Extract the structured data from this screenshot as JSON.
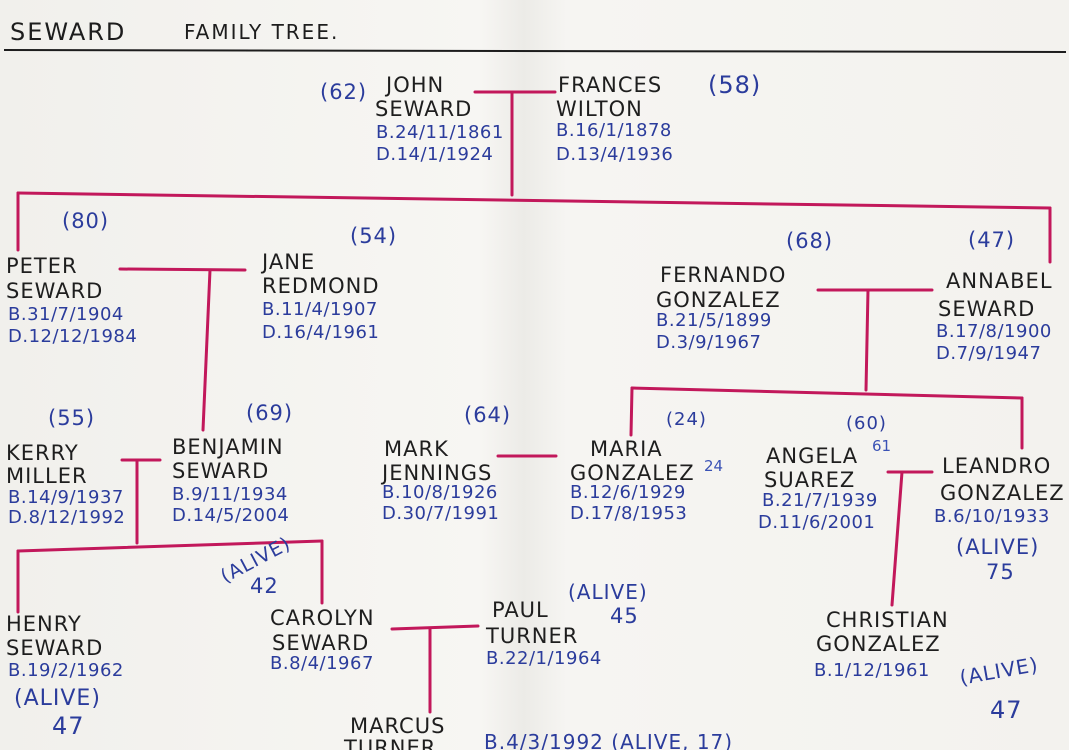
{
  "header": {
    "title": "SEWARD",
    "subtitle": "FAMILY TREE."
  },
  "colors": {
    "ink_black": "#1e1e1e",
    "ink_blue": "#2b3c9c",
    "line_red": "#c2185b"
  },
  "people": {
    "john": {
      "line1": "JOHN",
      "line2": "SEWARD",
      "born": "B.24/11/1861",
      "died": "D.14/1/1924",
      "age": "(62)"
    },
    "frances": {
      "line1": "FRANCES",
      "line2": "WILTON",
      "born": "B.16/1/1878",
      "died": "D.13/4/1936",
      "age": "(58)"
    },
    "peter": {
      "line1": "PETER",
      "line2": "SEWARD",
      "born": "B.31/7/1904",
      "died": "D.12/12/1984",
      "age": "(80)"
    },
    "jane": {
      "line1": "JANE",
      "line2": "REDMOND",
      "born": "B.11/4/1907",
      "died": "D.16/4/1961",
      "age": "(54)"
    },
    "fernando": {
      "line1": "FERNANDO",
      "line2": "GONZALEZ",
      "born": "B.21/5/1899",
      "died": "D.3/9/1967",
      "age": "(68)"
    },
    "annabel": {
      "line1": "ANNABEL",
      "line2": "SEWARD",
      "born": "B.17/8/1900",
      "died": "D.7/9/1947",
      "age": "(47)"
    },
    "kerry": {
      "line1": "KERRY",
      "line2": "MILLER",
      "born": "B.14/9/1937",
      "died": "D.8/12/1992",
      "age": "(55)"
    },
    "benjamin": {
      "line1": "BENJAMIN",
      "line2": "SEWARD",
      "born": "B.9/11/1934",
      "died": "D.14/5/2004",
      "age": "(69)"
    },
    "mark": {
      "line1": "MARK",
      "line2": "JENNINGS",
      "born": "B.10/8/1926",
      "died": "D.30/7/1991",
      "age": "(64)"
    },
    "maria": {
      "line1": "MARIA",
      "line2": "GONZALEZ",
      "born": "B.12/6/1929",
      "died": "D.17/8/1953",
      "age": "(24)",
      "age_note": "24"
    },
    "angela": {
      "line1": "ANGELA",
      "line2": "SUAREZ",
      "born": "B.21/7/1939",
      "died": "D.11/6/2001",
      "age": "(60)",
      "age_note": "61"
    },
    "leandro": {
      "line1": "LEANDRO",
      "line2": "GONZALEZ",
      "born": "B.6/10/1933",
      "status": "(ALIVE)",
      "age": "75"
    },
    "henry": {
      "line1": "HENRY",
      "line2": "SEWARD",
      "born": "B.19/2/1962",
      "status": "(ALIVE)",
      "age": "47"
    },
    "carolyn": {
      "line1": "CAROLYN",
      "line2": "SEWARD",
      "born": "B.8/4/1967",
      "status": "(ALIVE)",
      "age": "42"
    },
    "paul": {
      "line1": "PAUL",
      "line2": "TURNER",
      "born": "B.22/1/1964",
      "status": "(ALIVE)",
      "age": "45"
    },
    "christian": {
      "line1": "CHRISTIAN",
      "line2": "GONZALEZ",
      "born": "B.1/12/1961",
      "status": "(ALIVE)",
      "age": "47"
    },
    "marcus": {
      "line1": "MARCUS",
      "line2": "TURNER",
      "born_status": "B.4/3/1992 (ALIVE, 17)"
    }
  }
}
